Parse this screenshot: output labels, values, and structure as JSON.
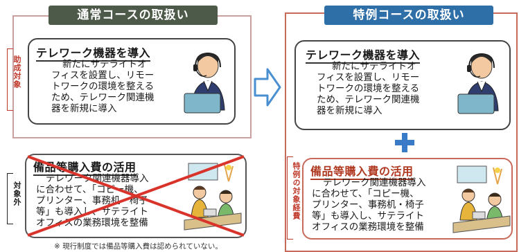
{
  "left": {
    "header": "通常コースの取扱い",
    "top_card": {
      "title": "テレワーク機器を導入",
      "body": [
        "新たにサテライトオ",
        "フィスを設置し、リモー",
        "トワークの環境を整える",
        "ため、テレワーク関連機",
        "器を新規に導入"
      ]
    },
    "top_side_label": "助成対象",
    "bottom_card": {
      "title": "備品等購入費の活用",
      "body": [
        "テレワーク関連機器導入",
        "に合わせて、「コピー機、",
        "プリンター、事務机・椅子",
        "等」も導入し、サテライト",
        "オフィスの業務環境を整備"
      ]
    },
    "bottom_side_label": "対象外",
    "note": "※ 現行制度では備品等購入費は認められていない。"
  },
  "right": {
    "header": "特例コースの取扱い",
    "top_card": {
      "title": "テレワーク機器を導入",
      "body": [
        "新たにサテライトオ",
        "フィスを設置し、リモー",
        "トワークの環境を整える",
        "ため、テレワーク関連機",
        "器を新規に導入"
      ]
    },
    "side_label": "特例の対象経費",
    "bottom_card": {
      "title": "備品等購入費の活用",
      "body": [
        "テレワーク関連機器導入",
        "に合わせて、「コピー機、",
        "プリンター、事務机・椅子",
        "等」も導入し、サテライト",
        "オフィスの業務環境を整備"
      ]
    }
  },
  "colors": {
    "left_header": "#4d5a4a",
    "right_header": "#2f6fa8",
    "frame": "#b85a4a",
    "accent_red": "#c0392b",
    "plus": "#3a7bc8",
    "cross": "#d9342b"
  }
}
